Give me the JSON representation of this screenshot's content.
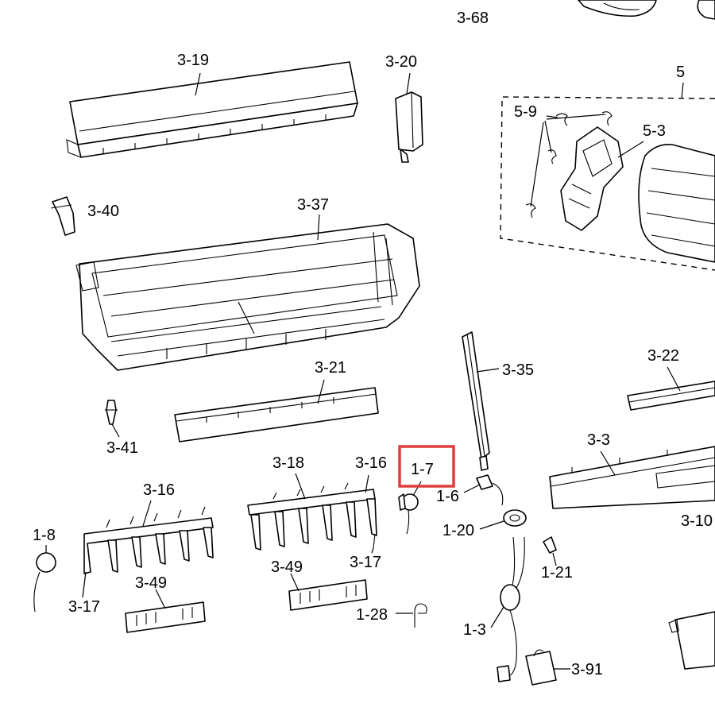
{
  "labels": {
    "p3_68": "3-68",
    "p3_19": "3-19",
    "p3_20": "3-20",
    "p5": "5",
    "p5_9": "5-9",
    "p5_3": "5-3",
    "p3_40": "3-40",
    "p3_37": "3-37",
    "p3_21": "3-21",
    "p3_35": "3-35",
    "p3_22": "3-22",
    "p3_41": "3-41",
    "p3_3": "3-3",
    "p3_18": "3-18",
    "p3_16a": "3-16",
    "p3_16b": "3-16",
    "p1_7": "1-7",
    "p1_6": "1-6",
    "p3_10": "3-10",
    "p1_20": "1-20",
    "p1_8": "1-8",
    "p1_21": "1-21",
    "p3_49a": "3-49",
    "p3_49b": "3-49",
    "p3_17a": "3-17",
    "p3_17b": "3-17",
    "p1_28": "1-28",
    "p1_3": "1-3",
    "p3_91": "3-91"
  },
  "highlight": {
    "label": "1-7",
    "color": "#e03c3c"
  }
}
